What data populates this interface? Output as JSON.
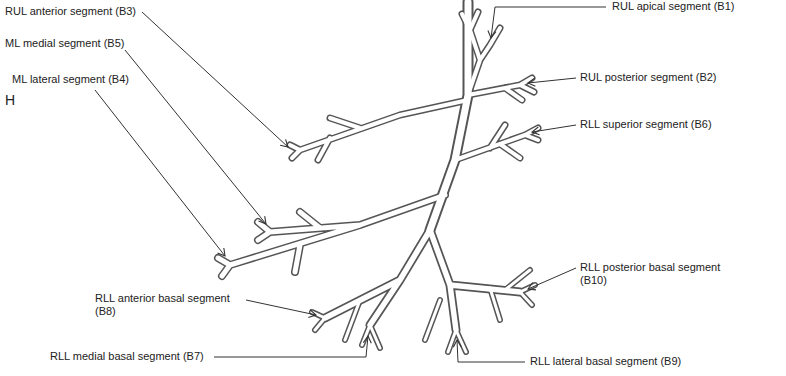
{
  "diagram": {
    "labels": [
      "RUL anterior segment (B3)",
      "RUL apical segment (B1)",
      "RUL posterior segment (B2)",
      "ML medial segment (B5)",
      "H",
      "ML lateral segment (B4)",
      "RLL superior segment (B6)",
      "RLL anterior basal segment (B8)",
      "RLL posterior basal segment (B10)",
      "RLL medial basal segment (B7)",
      "RLL lateral basal segment (B9)"
    ]
  }
}
